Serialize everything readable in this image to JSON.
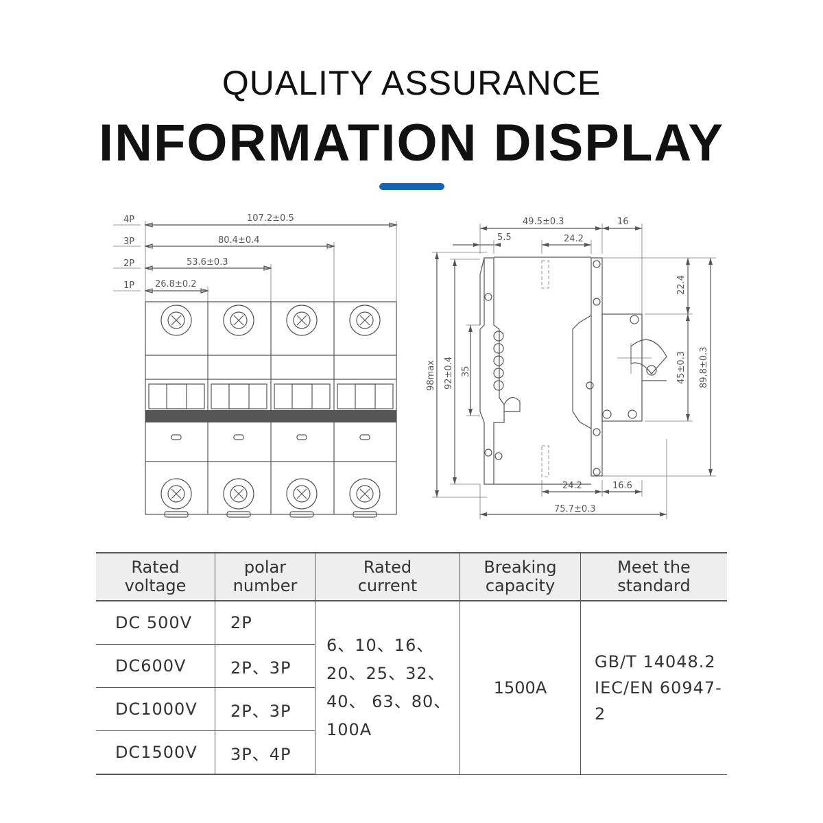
{
  "header": {
    "subtitle": "QUALITY ASSURANCE",
    "title": "INFORMATION DISPLAY",
    "accent_color": "#1565b5"
  },
  "front_view": {
    "pole_labels": [
      "4P",
      "3P",
      "2P",
      "1P"
    ],
    "widths": [
      "107.2±0.5",
      "80.4±0.4",
      "53.6±0.3",
      "26.8±0.2"
    ]
  },
  "side_view": {
    "top_dims": [
      "49.5±0.3",
      "16",
      "5.5",
      "24.2"
    ],
    "left_dims": [
      "98max",
      "92±0.4",
      "35"
    ],
    "right_dims": [
      "22.4",
      "45±0.3",
      "89.8±0.3"
    ],
    "bottom_dims": [
      "24.2",
      "16.6",
      "75.7±0.3"
    ]
  },
  "table": {
    "headers": [
      [
        "Rated",
        "voltage"
      ],
      [
        "polar",
        "number"
      ],
      [
        "Rated",
        "current"
      ],
      [
        "Breaking",
        "capacity"
      ],
      [
        "Meet the",
        "standard"
      ]
    ],
    "rows": [
      {
        "voltage": "DC 500V",
        "poles": "2P"
      },
      {
        "voltage": "DC600V",
        "poles": "2P、3P"
      },
      {
        "voltage": "DC1000V",
        "poles": "2P、3P"
      },
      {
        "voltage": "DC1500V",
        "poles": "3P、4P"
      }
    ],
    "current_lines": [
      "6、10、16、",
      "20、25、32、",
      "40、 63、80、",
      "100A"
    ],
    "breaking_capacity": "1500A",
    "standard_lines": [
      "GB/T 14048.2",
      "IEC/EN 60947-2"
    ]
  }
}
